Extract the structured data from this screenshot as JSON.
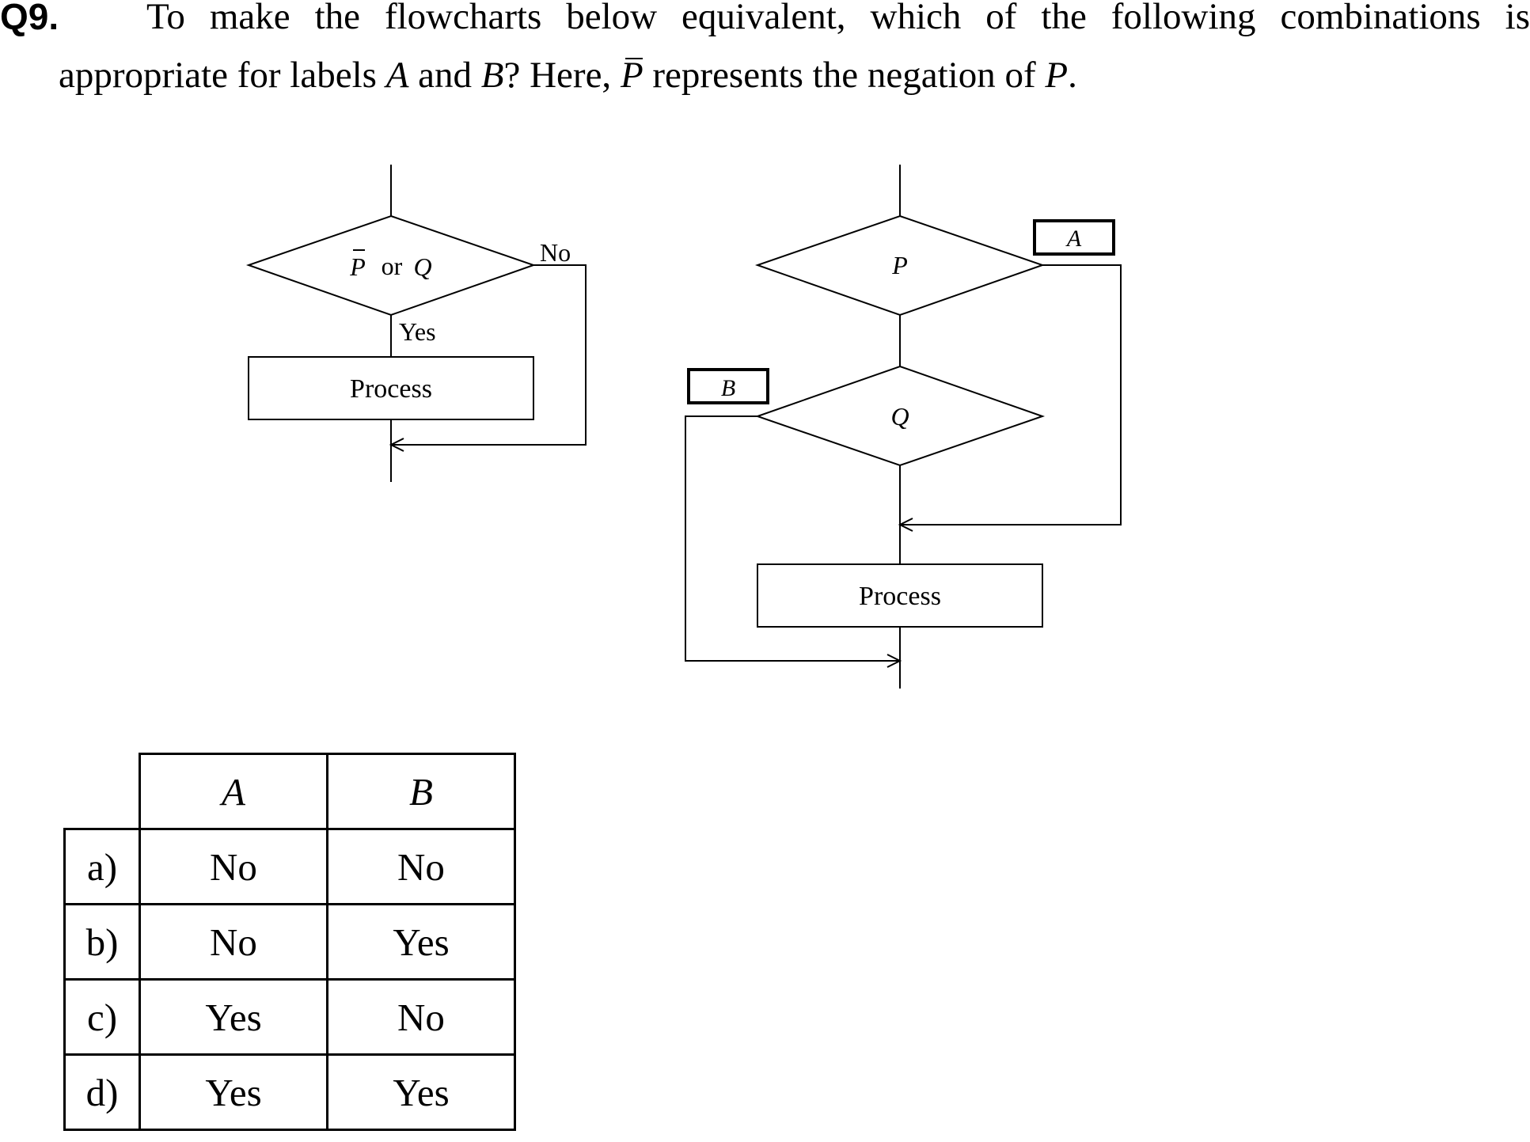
{
  "question": {
    "number": "Q9.",
    "line1": "To make the flowcharts below equivalent, which of the following combinations is",
    "line2": {
      "before": "appropriate for labels ",
      "a": "A",
      "and": " and ",
      "b": "B",
      "mid": "? Here, ",
      "pbar": "P",
      "rest": " represents the negation of ",
      "p": "P",
      "end": "."
    }
  },
  "flowchart_left": {
    "condition": {
      "negated": "P",
      "or": "or",
      "q": "Q"
    },
    "no_label": "No",
    "yes_label": "Yes",
    "process_label": "Process"
  },
  "flowchart_right": {
    "decision_1": "P",
    "decision_2": "Q",
    "label_a": "A",
    "label_b": "B",
    "process_label": "Process"
  },
  "answer_table": {
    "headers": [
      "A",
      "B"
    ],
    "rows": [
      {
        "option": "a)",
        "a": "No",
        "b": "No"
      },
      {
        "option": "b)",
        "a": "No",
        "b": "Yes"
      },
      {
        "option": "c)",
        "a": "Yes",
        "b": "No"
      },
      {
        "option": "d)",
        "a": "Yes",
        "b": "Yes"
      }
    ]
  }
}
